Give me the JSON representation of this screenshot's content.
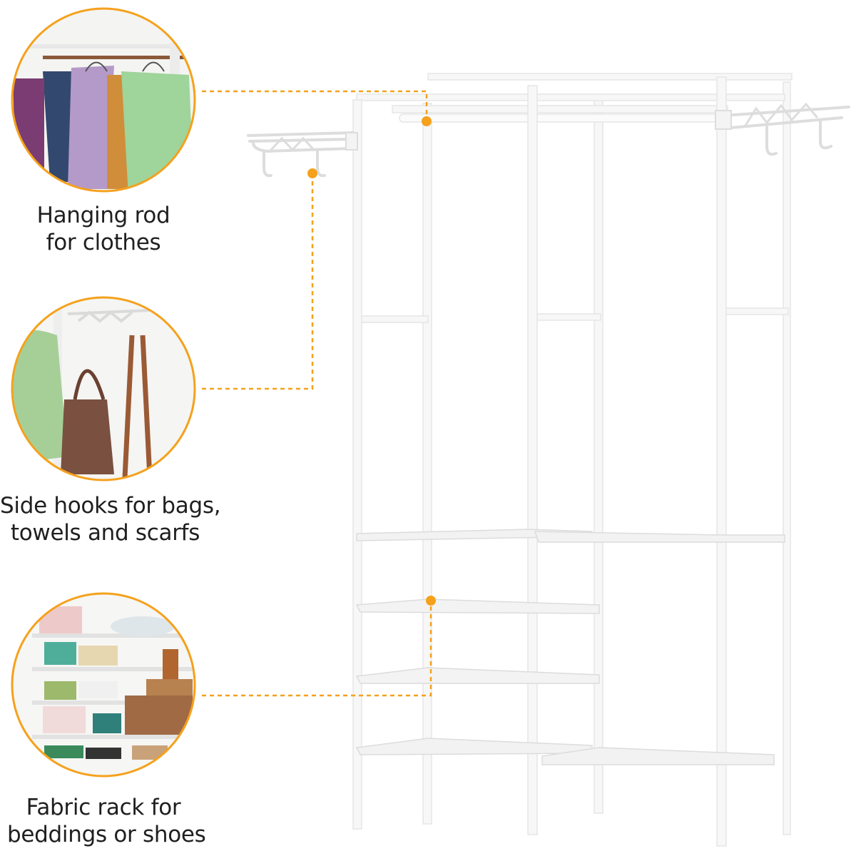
{
  "accent_color": "#F5A11C",
  "frame_color": "#F1F1F1",
  "callouts": [
    {
      "line1": "Hanging rod",
      "line2": "for clothes",
      "icon": "clothes-on-rod"
    },
    {
      "line1": "Side hooks for bags,",
      "line2": "towels and scarfs",
      "icon": "bags-on-hooks"
    },
    {
      "line1": "Fabric rack for",
      "line2": "beddings or shoes",
      "icon": "shelves-with-items"
    }
  ]
}
